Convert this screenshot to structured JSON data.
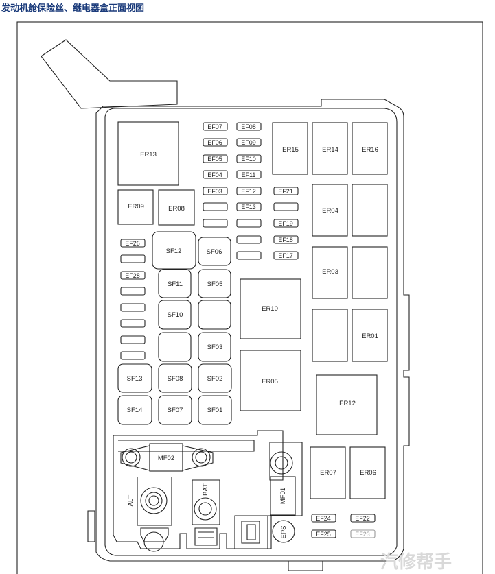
{
  "title": "发动机舱保险丝、继电器盒正面视图",
  "labels": {
    "ER13": "ER13",
    "ER15": "ER15",
    "ER14": "ER14",
    "ER16": "ER16",
    "ER09": "ER09",
    "ER08": "ER08",
    "ER04": "ER04",
    "ER03": "ER03",
    "ER10": "ER10",
    "ER01": "ER01",
    "ER05": "ER05",
    "ER12": "ER12",
    "ER07": "ER07",
    "ER06": "ER06",
    "EF07": "EF07",
    "EF08": "EF08",
    "EF06": "EF06",
    "EF09": "EF09",
    "EF05": "EF05",
    "EF10": "EF10",
    "EF04": "EF04",
    "EF11": "EF11",
    "EF03": "EF03",
    "EF12": "EF12",
    "EF21": "EF21",
    "EF13": "EF13",
    "EF19": "EF19",
    "EF18": "EF18",
    "EF17": "EF17",
    "EF26": "EF26",
    "EF28": "EF28",
    "EF24": "EF24",
    "EF22": "EF22",
    "EF25": "EF25",
    "EF23": "EF23",
    "SF12": "SF12",
    "SF06": "SF06",
    "SF11": "SF11",
    "SF05": "SF05",
    "SF10": "SF10",
    "SF03": "SF03",
    "SF13": "SF13",
    "SF08": "SF08",
    "SF02": "SF02",
    "SF14": "SF14",
    "SF07": "SF07",
    "SF01": "SF01",
    "MF02": "MF02",
    "MF01": "MF01",
    "ALT": "ALT",
    "BAT": "BAT",
    "EPS": "EPS"
  },
  "watermark": "汽修帮手"
}
